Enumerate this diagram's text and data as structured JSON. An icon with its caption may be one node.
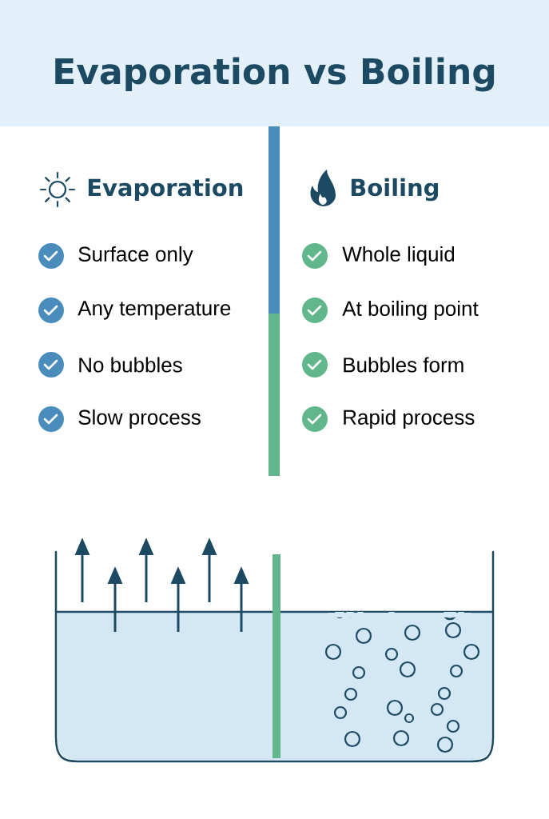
{
  "diagram": {
    "title": "Evaporation vs Boiling",
    "labels": [
      "Evaporation",
      "Boiling",
      "Surface only",
      "Whole liquid",
      "Any temperature",
      "At boiling point",
      "No bubbles",
      "Bubbles form",
      "Slow process",
      "Rapid process"
    ]
  }
}
